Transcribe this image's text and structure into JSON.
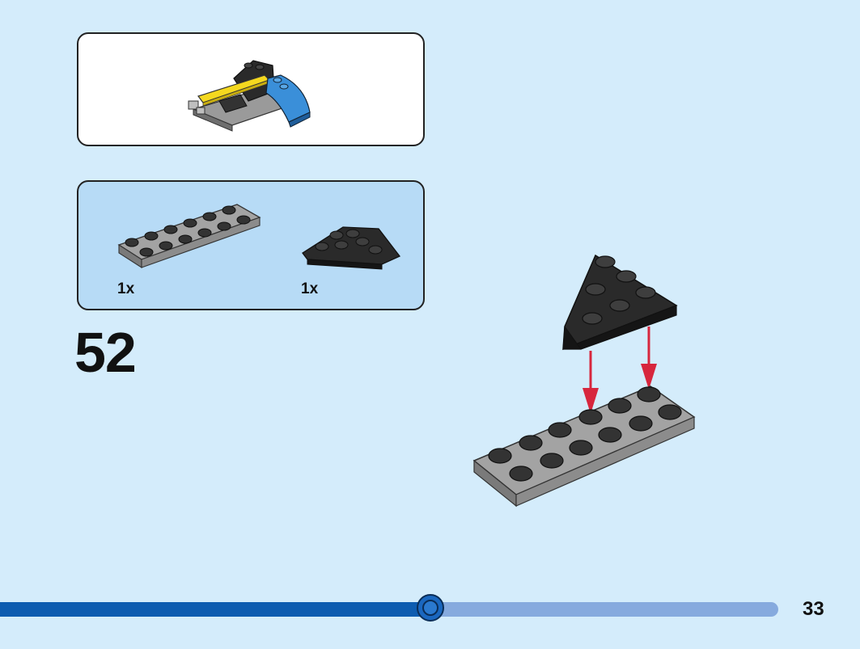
{
  "step": {
    "number": "52"
  },
  "parts": [
    {
      "name": "gray-plate-2x6",
      "qty": "1x"
    },
    {
      "name": "black-wedge-plate",
      "qty": "1x"
    }
  ],
  "page": {
    "number": "33"
  },
  "progress": {
    "fraction": 0.553
  },
  "colors": {
    "background": "#d4ecfb",
    "parts_panel": "#b7dbf6",
    "progress_fill": "#0d5cb0",
    "progress_track": "#86aade",
    "arrow": "#d7263d"
  }
}
